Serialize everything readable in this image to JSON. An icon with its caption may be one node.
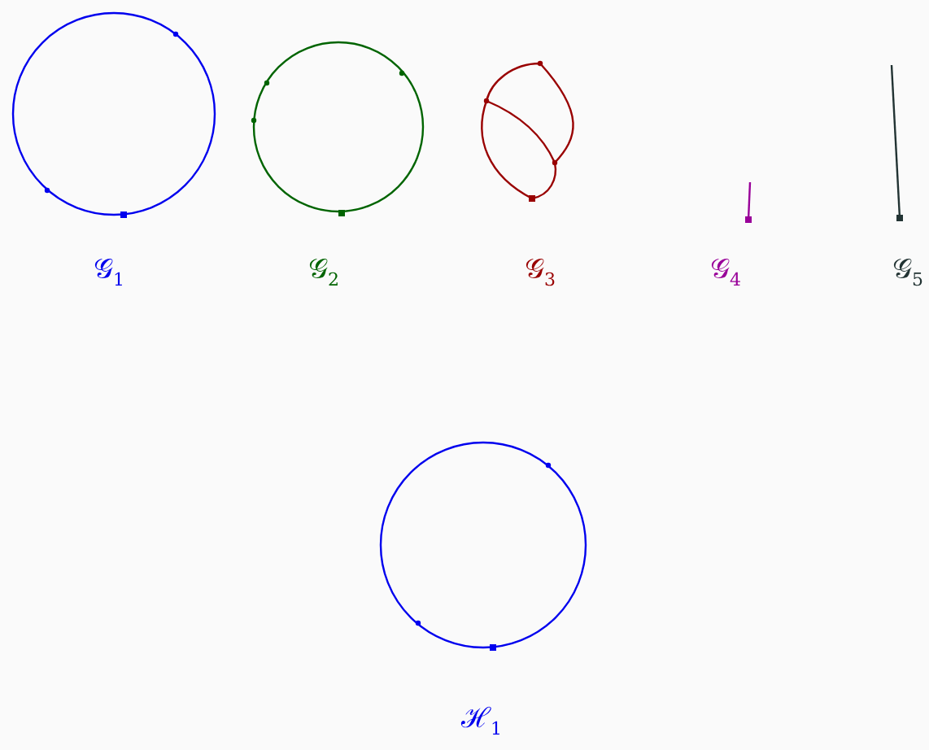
{
  "diagram": {
    "nodes": [
      {
        "text": [
          "𝒢$_{1}$"
        ]
      },
      {
        "text": [
          "𝒢$_{2}$"
        ]
      },
      {
        "text": [
          "𝒢$_{3}$"
        ]
      },
      {
        "text": [
          "𝒢$_{4}$"
        ]
      },
      {
        "text": [
          "𝒢$_{5}$"
        ]
      },
      {
        "text": [
          "ℋ$_{1}$"
        ]
      }
    ]
  }
}
